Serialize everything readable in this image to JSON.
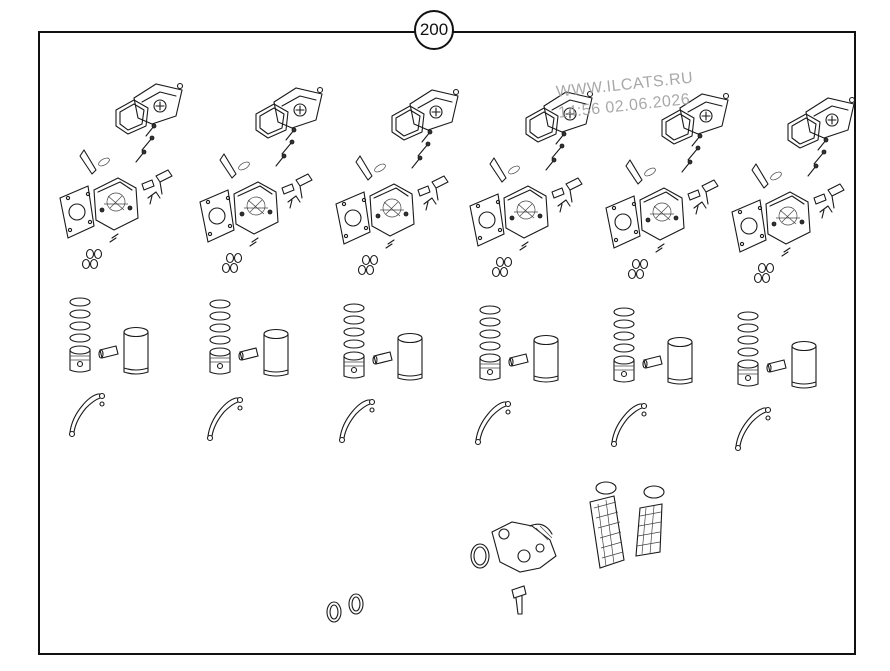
{
  "diagram": {
    "page_number": "200",
    "watermark": {
      "line1": "WWW.ILCATS.RU",
      "line2": "14:56 02.06.2026"
    },
    "cylinder_groups": 6
  }
}
